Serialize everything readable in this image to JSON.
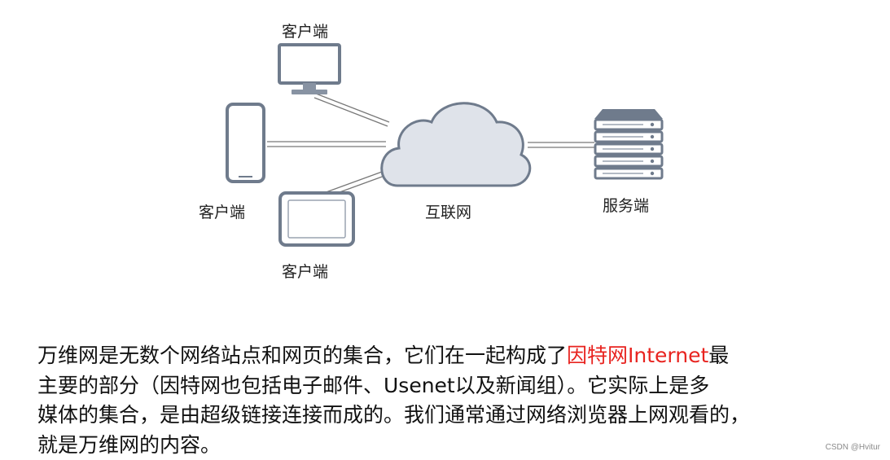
{
  "diagram": {
    "label_client_top": "客户端",
    "label_client_left": "客户端",
    "label_client_bottom": "客户端",
    "label_internet": "互联网",
    "label_server": "服务端"
  },
  "paragraph": {
    "line1_a": "万维网是无数个网络站点和网页的集合，它们在一起构成了",
    "line1_red": "因特网Internet",
    "line1_b": "最",
    "line2": "主要的部分（因特网也包括电子邮件、Usenet以及新闻组）。它实际上是多",
    "line3": "媒体的集合，是由超级链接连接而成的。我们通常通过网络浏览器上网观看的，",
    "line4": "就是万维网的内容。"
  },
  "watermark": "CSDN @Hvitur",
  "colors": {
    "highlight": "#e8231f",
    "device_stroke": "#6f7b8c",
    "cloud_fill": "#dfe3ea"
  }
}
